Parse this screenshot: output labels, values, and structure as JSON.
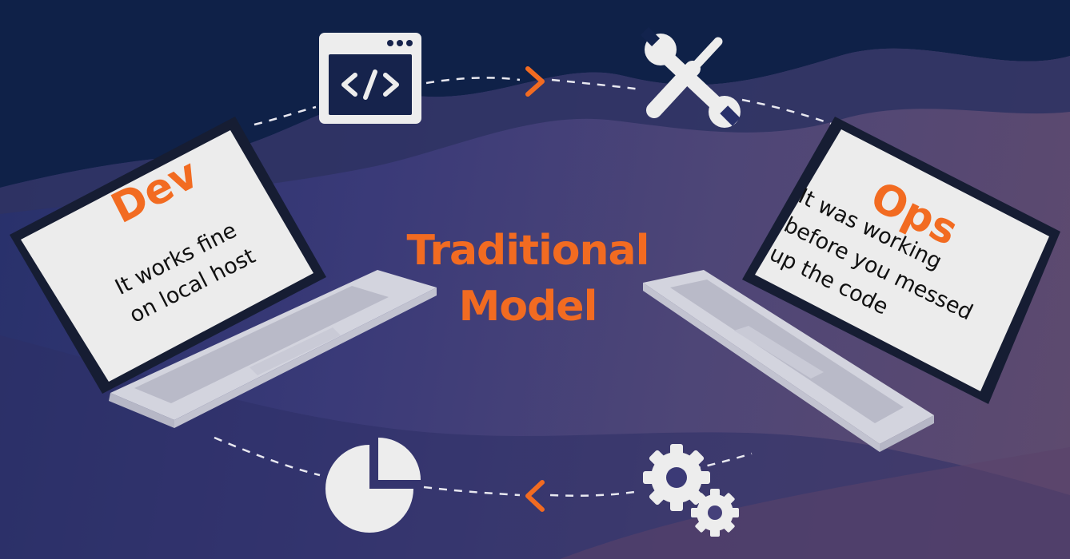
{
  "title": {
    "line1": "Traditional",
    "line2": "Model"
  },
  "dev": {
    "heading": "Dev",
    "line1": "It works fine",
    "line2": "on local host"
  },
  "ops": {
    "heading": "Ops",
    "line1": "It was working",
    "line2": "before you messed",
    "line3": "up the code"
  },
  "icons": [
    "code-window-icon",
    "tools-icon",
    "pie-chart-icon",
    "gears-icon",
    "chevron-right-icon",
    "chevron-left-icon"
  ],
  "colors": {
    "accent": "#f26b21",
    "background_dark": "#0f2148",
    "background_purple": "#4b4272",
    "screen": "#ececec",
    "laptop_frame": "#161d33",
    "icon": "#ededed"
  }
}
